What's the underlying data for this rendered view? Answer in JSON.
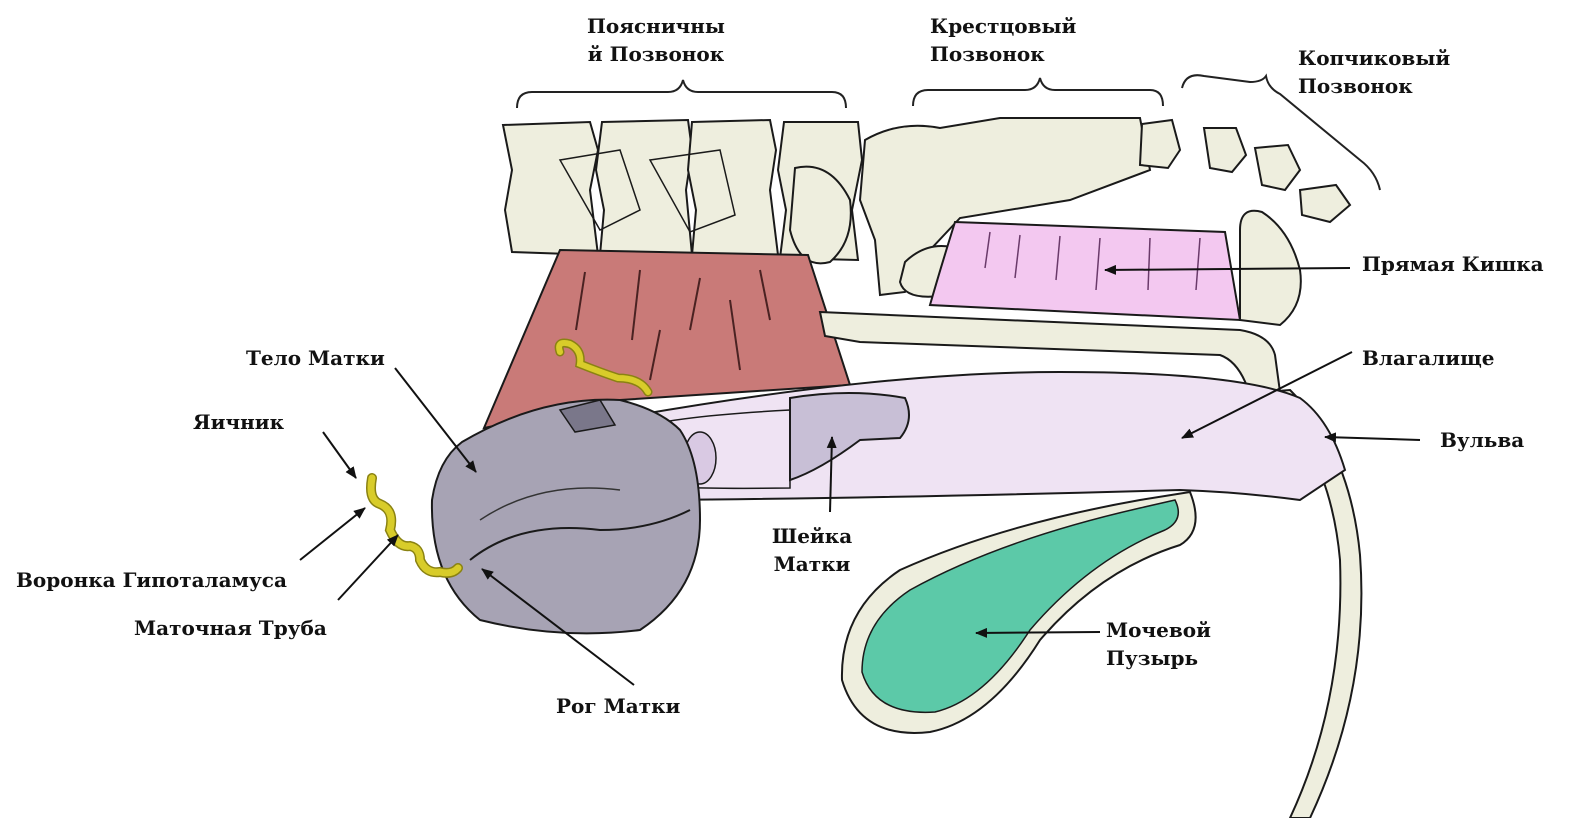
{
  "labels": {
    "lumbar_line1": "Поясничны",
    "lumbar_line2": "й Позвонок",
    "sacral_line1": "Крестцовый",
    "sacral_line2": "Позвонок",
    "coccygeal_line1": "Копчиковый",
    "coccygeal_line2": "Позвонок",
    "rectum": "Прямая Кишка",
    "uterine_body": "Тело Матки",
    "vagina": "Влагалище",
    "ovary": "Яичник",
    "vulva": "Вульва",
    "cervix_line1": "Шейка",
    "cervix_line2": "Матки",
    "infundibulum": "Воронка Гипоталамуса",
    "oviduct": "Маточная Труба",
    "bladder_line1": "Мочевой",
    "bladder_line2": "Пузырь",
    "uterine_horn": "Рог Матки"
  },
  "colors": {
    "bone": "#eeeede",
    "ligament": "#c97a78",
    "rectum": "#f3c8f0",
    "uterus": "#a7a3b4",
    "vagina": "#efe3f3",
    "cervix": "#c8bfd6",
    "ovary_tube": "#d8cc2a",
    "bladder": "#5cc9a8",
    "outline": "#1a1a1a"
  }
}
